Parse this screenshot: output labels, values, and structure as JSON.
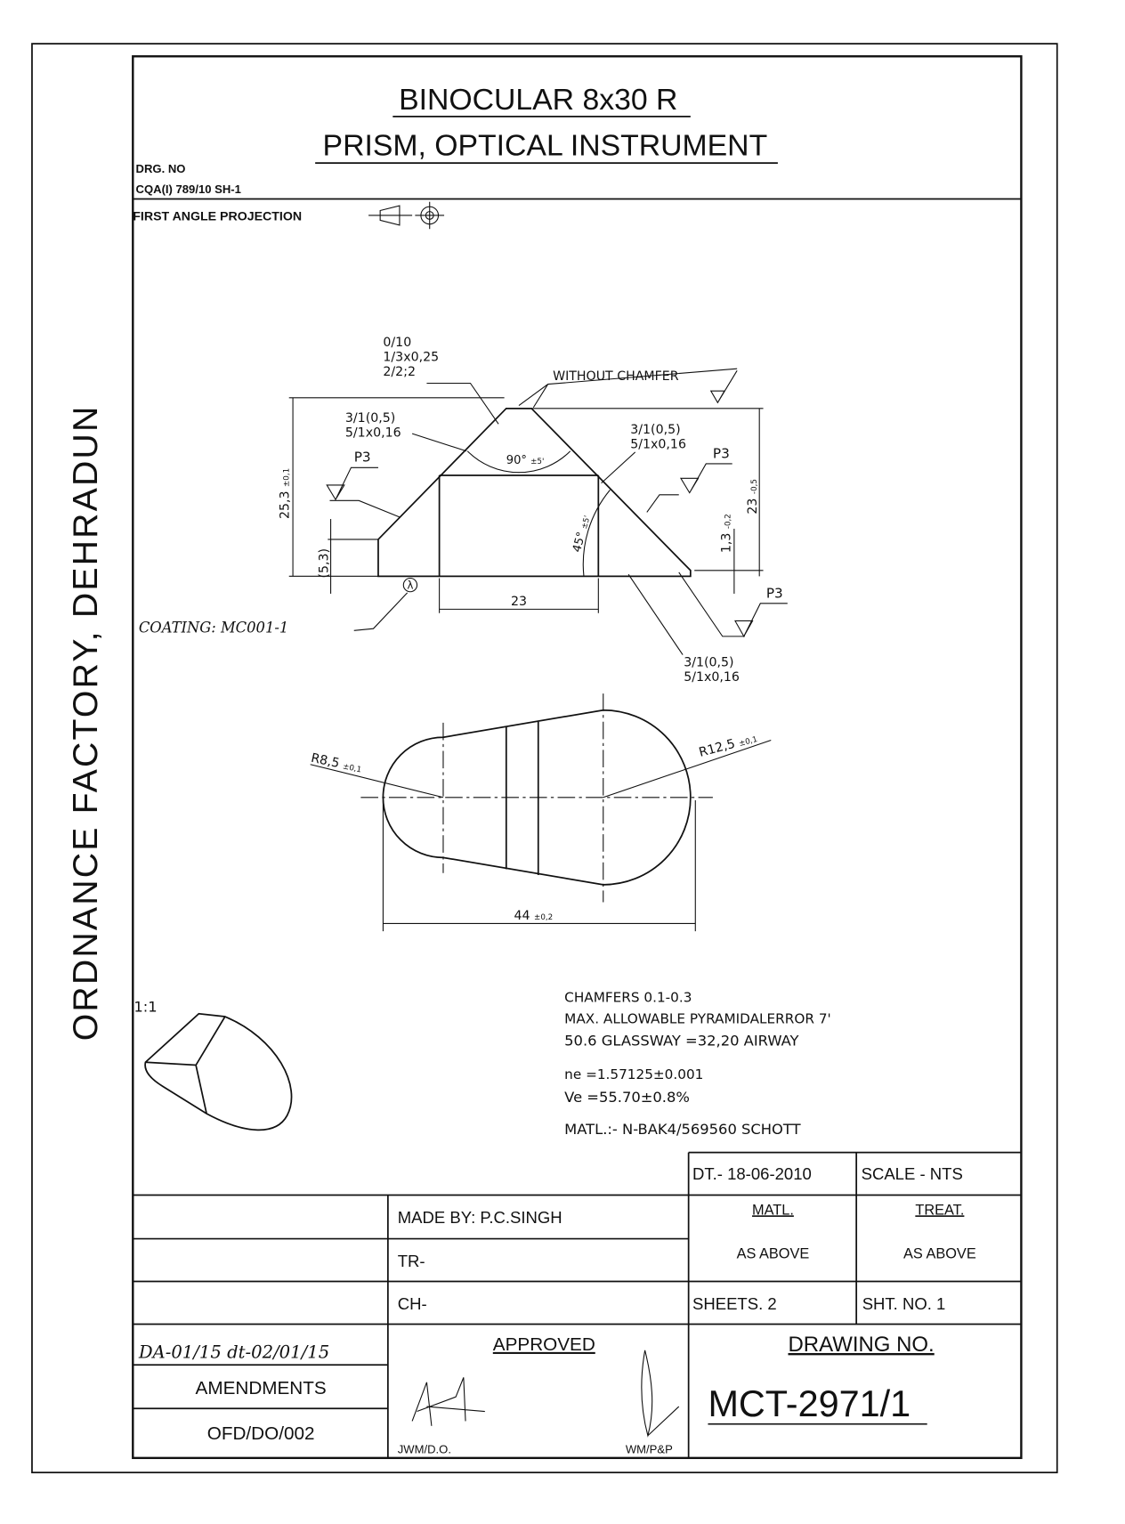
{
  "title": {
    "line1": "BINOCULAR 8x30 R",
    "line2": "PRISM, OPTICAL INSTRUMENT"
  },
  "drawing_ref": {
    "label": "DRG. NO",
    "value": "CQA(I) 789/10 SH-1"
  },
  "projection": "FIRST ANGLE PROJECTION",
  "side_text": "ORDNANCE FACTORY, DEHRADUN",
  "front_view": {
    "top_note": [
      "0/10",
      "1/3x0,25",
      "2/2;2"
    ],
    "without_chamfer": "WITHOUT CHAMFER",
    "face_note_left": [
      "3/1(0,5)",
      "5/1x0,16"
    ],
    "face_note_right": [
      "3/1(0,5)",
      "5/1x0,16"
    ],
    "face_note_bottom": [
      "3/1(0,5)",
      "5/1x0,16"
    ],
    "surface_left": "P3",
    "surface_right": "P3",
    "surface_bottom": "P3",
    "angle_top": "90°",
    "angle_top_tol": "±5'",
    "angle_side": "45°",
    "angle_side_tol": "±5'",
    "dim_height": "25,3",
    "dim_height_tol": "±0,1",
    "dim_base_height": "(5,3)",
    "dim_right_height": "23",
    "dim_right_height_tol": "-0,5",
    "dim_chamfer": "1,3",
    "dim_chamfer_tol": "-0,2",
    "dim_width": "23",
    "coating": "COATING: MC001-1",
    "lambda": "λ"
  },
  "top_view": {
    "r_small": "R8,5",
    "r_small_tol": "±0,1",
    "r_large": "R12,5",
    "r_large_tol": "±0,1",
    "length": "44",
    "length_tol": "±0,2"
  },
  "iso_scale": "1:1",
  "notes": [
    "CHAMFERS 0.1-0.3",
    "MAX. ALLOWABLE PYRAMIDALERROR 7'",
    "50.6 GLASSWAY =32,20 AIRWAY",
    "ne =1.57125±0.001",
    "Ve =55.70±0.8%",
    "MATL.:- N-BAK4/569560 SCHOTT"
  ],
  "title_block": {
    "date": "DT.- 18-06-2010",
    "scale": "SCALE - NTS",
    "made_by": "MADE BY: P.C.SINGH",
    "tr": "TR-",
    "ch": "CH-",
    "matl_label": "MATL.",
    "matl_value": "AS ABOVE",
    "treat_label": "TREAT.",
    "treat_value": "AS ABOVE",
    "sheets": "SHEETS. 2",
    "sheet_no": "SHT. NO. 1",
    "amendment_entry": "DA-01/15 dt-02/01/15",
    "amendments": "AMENDMENTS",
    "form_no": "OFD/DO/002",
    "approved": "APPROVED",
    "sign_left": "JWM/D.O.",
    "sign_right": "WM/P&P",
    "drawing_no_label": "DRAWING NO.",
    "drawing_no": "MCT-2971/1"
  }
}
